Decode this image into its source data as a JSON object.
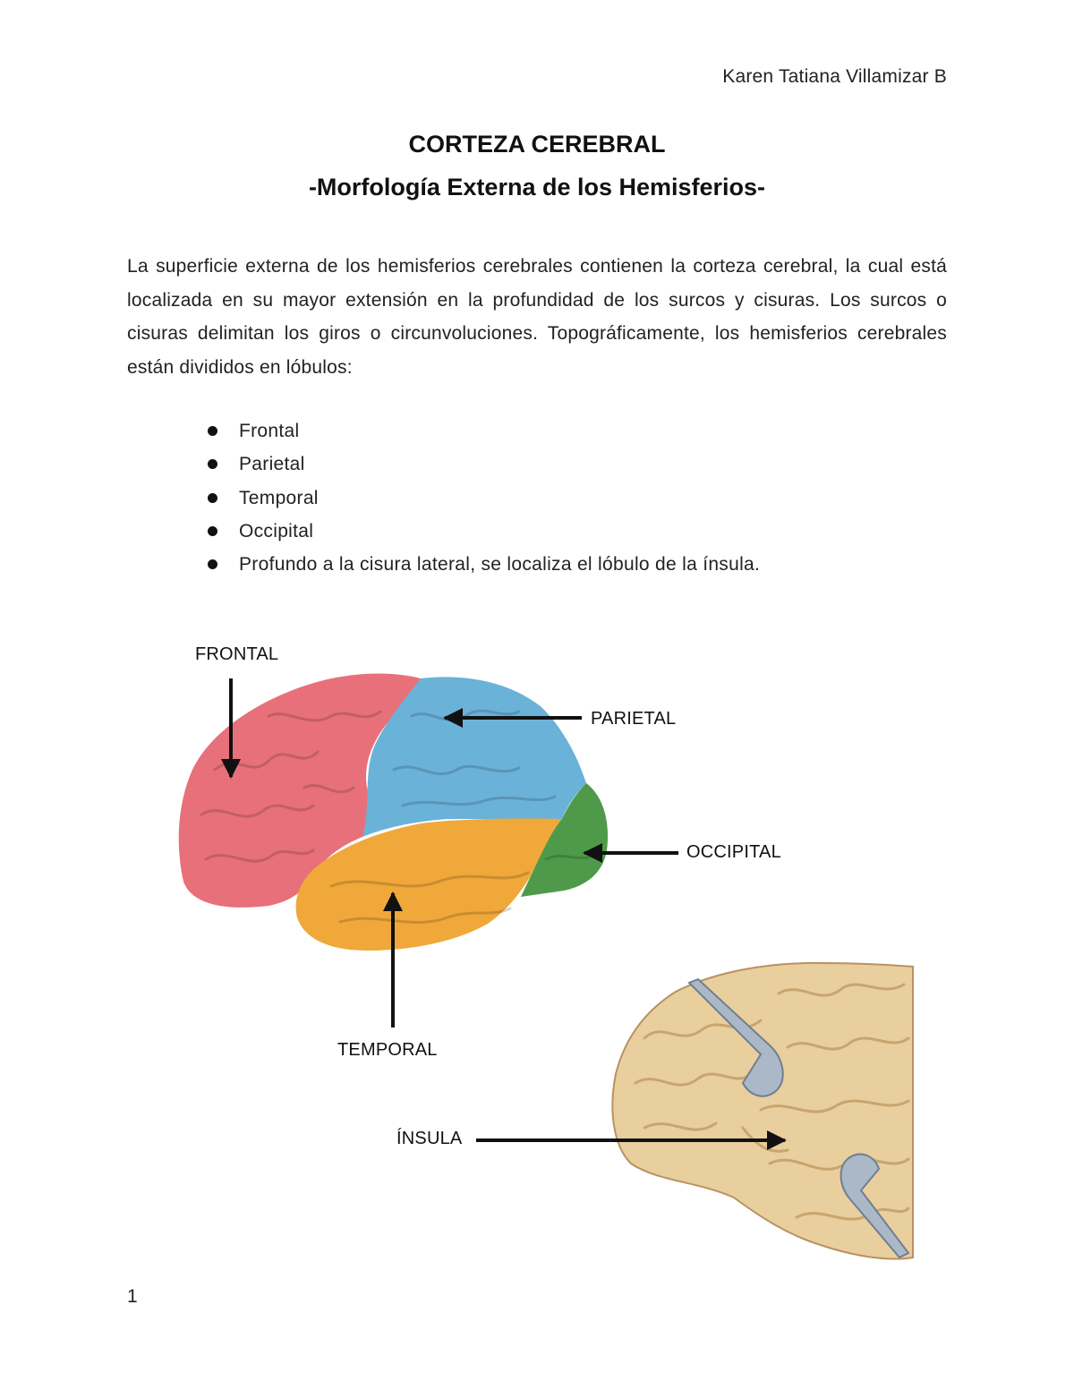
{
  "header": {
    "author": "Karen Tatiana Villamizar B"
  },
  "title": {
    "main": "CORTEZA CEREBRAL",
    "subtitle": "-Morfología Externa de los Hemisferios-"
  },
  "intro": "La superficie externa de los hemisferios cerebrales contienen la corteza cerebral, la cual está localizada en su mayor extensión en la profundidad de los surcos y cisuras. Los surcos o cisuras delimitan los giros o circunvoluciones. Topográficamente, los hemisferios cerebrales están divididos en lóbulos:",
  "lobes": [
    "Frontal",
    "Parietal",
    "Temporal",
    "Occipital",
    "Profundo a la cisura lateral, se localiza el lóbulo de la ínsula."
  ],
  "figure": {
    "labels": {
      "frontal": "FRONTAL",
      "parietal": "PARIETAL",
      "occipital": "OCCIPITAL",
      "temporal": "TEMPORAL",
      "insula": "ÍNSULA"
    },
    "colors": {
      "frontal": "#e8707a",
      "parietal": "#6ab2d8",
      "temporal": "#f0a83a",
      "occipital": "#4f9a4a",
      "insula_brain": "#e9cf9e"
    }
  },
  "footer": {
    "page_number": "1"
  }
}
